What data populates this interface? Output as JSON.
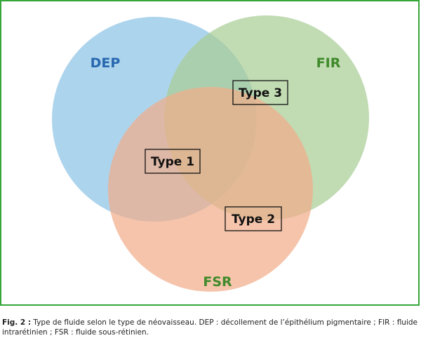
{
  "diagram": {
    "sets": [
      {
        "id": "dep",
        "label": "DEP",
        "fill": "#8dc4e6",
        "label_color": "#2868b0"
      },
      {
        "id": "fir",
        "label": "FIR",
        "fill": "#a9cd96",
        "label_color": "#3f8a2a"
      },
      {
        "id": "fsr",
        "label": "FSR",
        "fill": "#f1ad8a",
        "label_color": "#3f8a2a"
      }
    ],
    "types": [
      {
        "id": "type1",
        "label": "Type 1"
      },
      {
        "id": "type2",
        "label": "Type 2"
      },
      {
        "id": "type3",
        "label": "Type 3"
      }
    ],
    "frame_color": "#35a63a"
  },
  "caption": {
    "label": "Fig. 2 :",
    "text": " Type de fluide selon le type de néovaisseau. DEP : décollement de l’épithélium pigmentaire ; FIR : fluide intrarétinien ; FSR : fluide sous-rétinien."
  }
}
